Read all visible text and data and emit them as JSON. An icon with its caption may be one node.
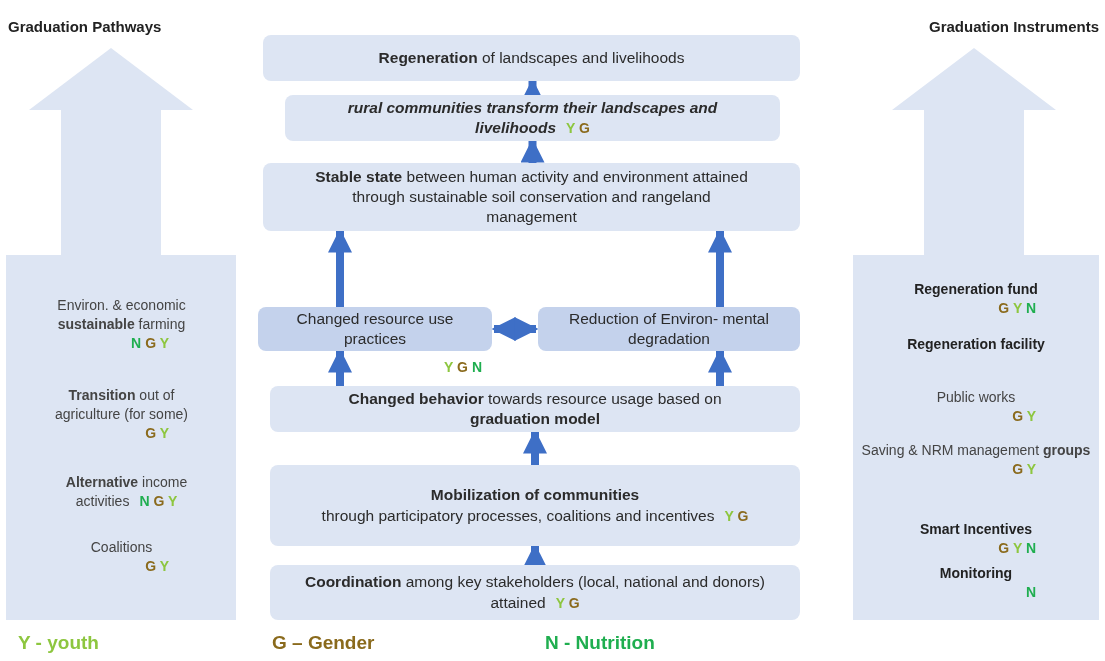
{
  "diagram": {
    "nodes": [
      {
        "text": [
          "Graduation Pathways"
        ]
      },
      {
        "text": [
          "Environ. & economic **sustainable** farming",
          "N G Y"
        ],
        "in": 0
      },
      {
        "text": [
          "**Transition** out of agriculture (for some)",
          "G Y"
        ],
        "in": 0
      },
      {
        "text": [
          "**Alternative** income activities",
          "N G Y"
        ],
        "in": 0
      },
      {
        "text": [
          "Coalitions",
          "G Y"
        ],
        "in": 0
      },
      {
        "text": [
          "**Regeneration** of landscapes and livelihoods"
        ]
      },
      {
        "text": [
          "rural communities transform their landscapes and livelihoods",
          "Y G"
        ]
      },
      {
        "text": [
          "**Stable state** between human activity and environment attained through sustainable soil conservation and rangeland management"
        ]
      },
      {
        "text": [
          "Changed resource use practices"
        ],
        "beside": [
          "Y G N"
        ]
      },
      {
        "text": [
          "Reduction of Environ- mental degradation"
        ]
      },
      {
        "text": [
          "**Changed behavior** towards resource usage based on **graduation model**"
        ]
      },
      {
        "text": [
          "Mobilization of communities",
          "through participatory processes, coalitions and incentives",
          "Y G"
        ]
      },
      {
        "text": [
          "**Coordination** among key stakeholders (local, national and donors) attained",
          "Y G"
        ]
      },
      {
        "text": [
          "Graduation Instruments"
        ]
      },
      {
        "text": [
          "Regeneration fund",
          "G Y N"
        ],
        "in": 13
      },
      {
        "text": [
          "Regeneration facility"
        ],
        "in": 13
      },
      {
        "text": [
          "Public works",
          "G Y"
        ],
        "in": 13
      },
      {
        "text": [
          "Saving & NRM management **groups**",
          "G Y"
        ],
        "in": 13
      },
      {
        "text": [
          "Smart Incentives",
          "G Y N"
        ],
        "in": 13
      },
      {
        "text": [
          "Monitoring",
          "N"
        ],
        "in": 13
      }
    ],
    "edges": [
      {
        "from": 12,
        "to": 11,
        "arrow": "to"
      },
      {
        "from": 11,
        "to": 10,
        "arrow": "to"
      },
      {
        "from": 10,
        "to": 8,
        "arrow": "to"
      },
      {
        "from": 10,
        "to": 9,
        "arrow": "to"
      },
      {
        "from": 8,
        "to": 9,
        "arrow": "both"
      },
      {
        "from": 8,
        "to": 7,
        "arrow": "to"
      },
      {
        "from": 9,
        "to": 7,
        "arrow": "to"
      },
      {
        "from": 7,
        "to": 6,
        "arrow": "to"
      },
      {
        "from": 6,
        "to": 5,
        "arrow": "to"
      }
    ],
    "legend": [
      {
        "text": "Y -  youth",
        "color": "#8dc63f"
      },
      {
        "text": "G – Gender",
        "color": "#8a6a1c"
      },
      {
        "text": "N - Nutrition",
        "color": "#1fae4f"
      }
    ]
  }
}
